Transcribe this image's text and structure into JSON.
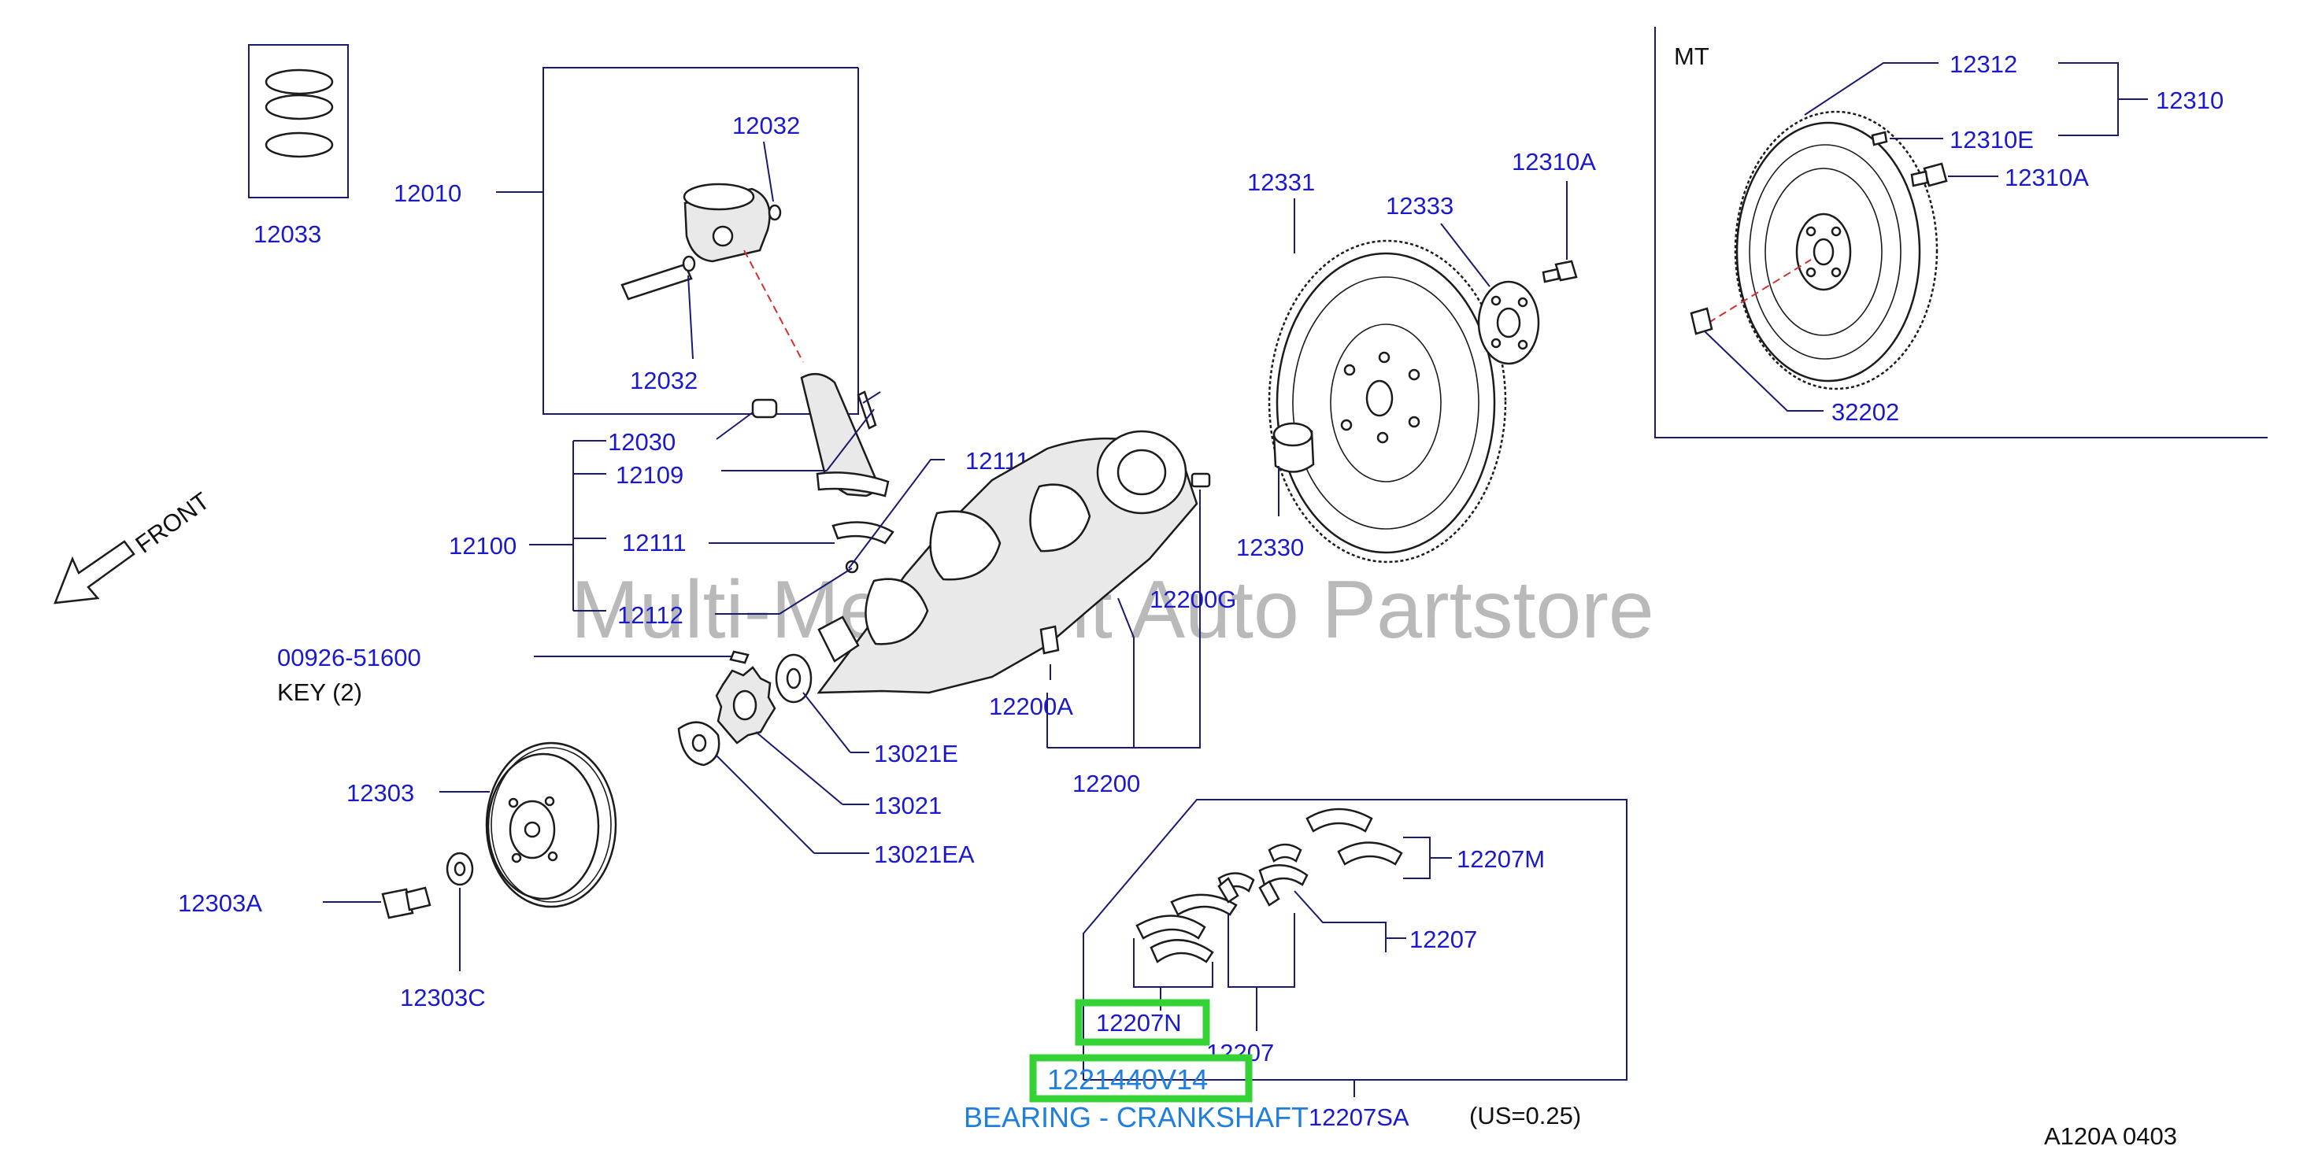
{
  "watermark": "Multi-Merchant Auto Partstore",
  "front_label": "FRONT",
  "mt_label": "MT",
  "key_label": "KEY   (2)",
  "highlight_description": "BEARING - CRANKSHAFT",
  "footer_code": "A120A   0403",
  "part_labels": {
    "p12033": "12033",
    "p12010": "12010",
    "p12032_top": "12032",
    "p12032_bottom": "12032",
    "p12030": "12030",
    "p12109": "12109",
    "p12111_right": "12111",
    "p12111_left": "12111",
    "p12100": "12100",
    "p12112": "12112",
    "p00926": "00926-51600",
    "p12200G": "12200G",
    "p12200A": "12200A",
    "p12200": "12200",
    "p13021E": "13021E",
    "p13021": "13021",
    "p13021EA": "13021EA",
    "p12303": "12303",
    "p12303A": "12303A",
    "p12303C": "12303C",
    "p12331": "12331",
    "p12333": "12333",
    "p12310A_mid": "12310A",
    "p12330": "12330",
    "p12312": "12312",
    "p12310": "12310",
    "p12310E": "12310E",
    "p12310A_mt": "12310A",
    "p32202": "32202",
    "p12207M": "12207M",
    "p12207_right": "12207",
    "p12207N": "12207N",
    "p12207_bottom": "12207",
    "p1221440V14": "1221440V14",
    "p12207SA": "12207SA",
    "us_note": "(US=0.25)"
  }
}
